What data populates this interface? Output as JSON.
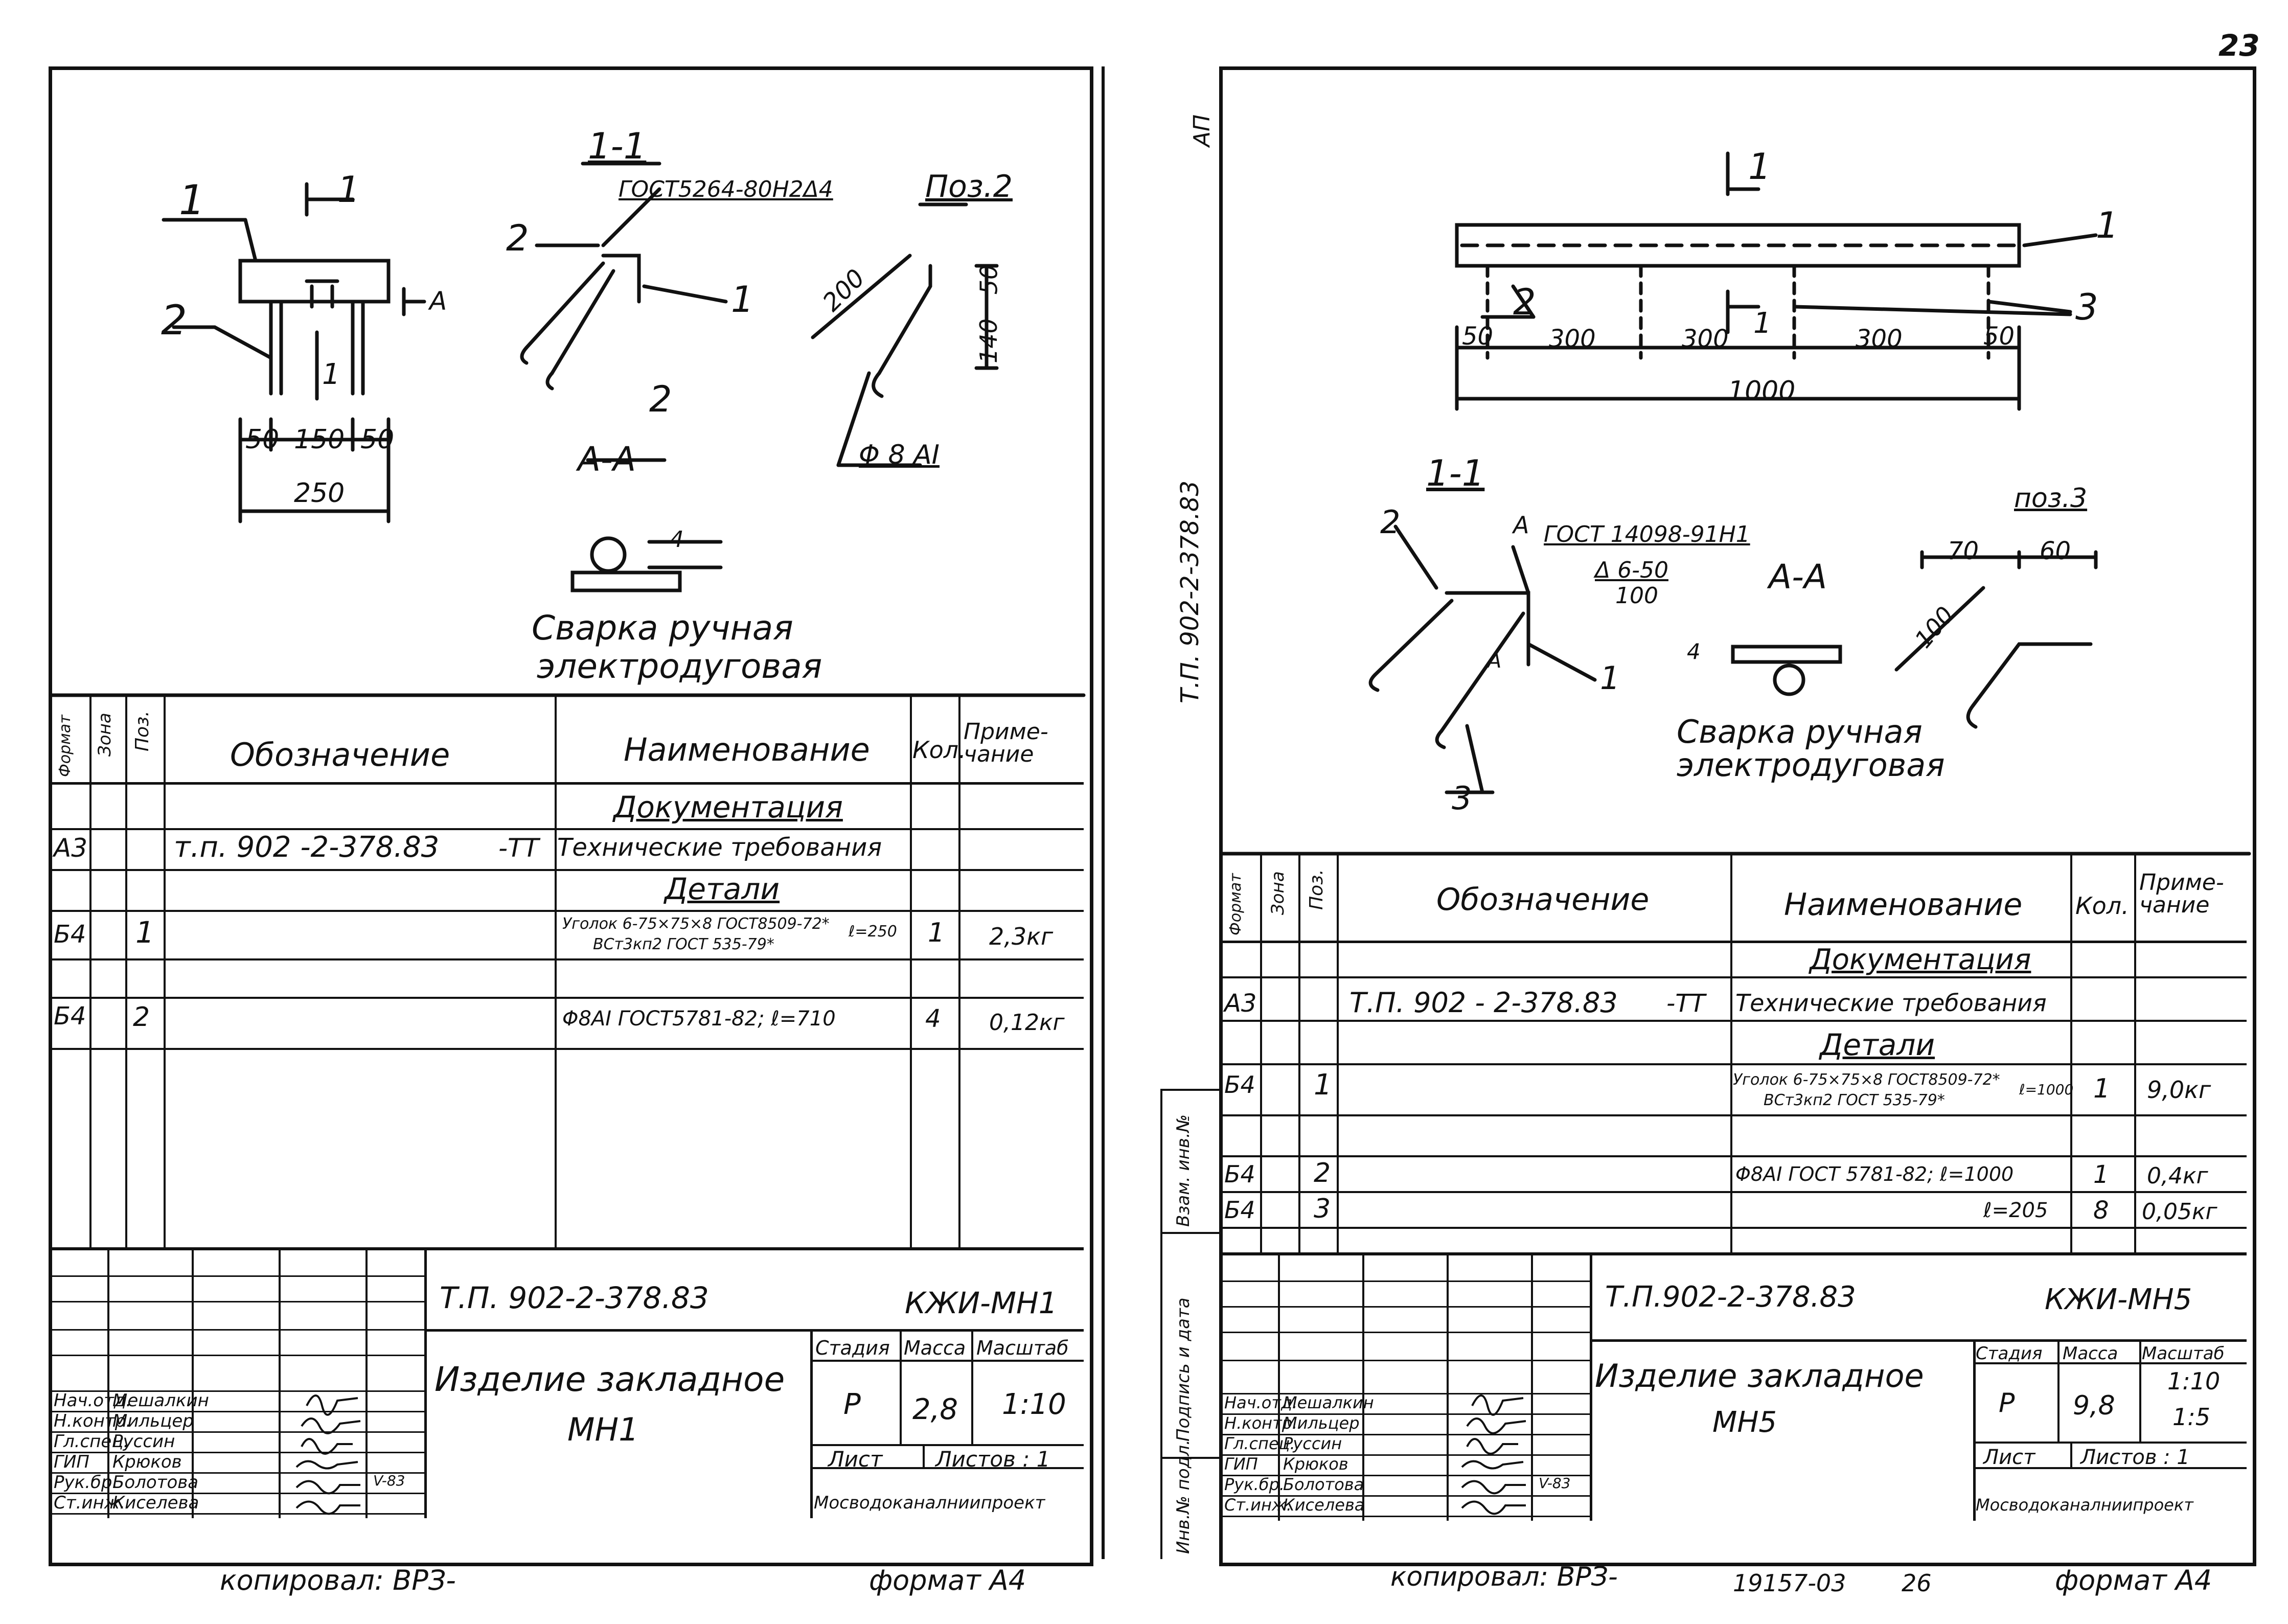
{
  "page_number": "23",
  "left_sheet": {
    "drawing": {
      "marks": [
        "1",
        "2"
      ],
      "cut_mark": "1",
      "cut_mark_a": "А",
      "dim_50a": "50",
      "dim_150": "150",
      "dim_50b": "50",
      "dim_250": "250",
      "section_title": "1-1",
      "gost_weld": "ГОСТ5264-80Н2Δ4",
      "sec_mark_1": "1",
      "sec_mark_2a": "2",
      "sec_mark_2b": "2",
      "aa_title": "А-А",
      "weld_size": "4",
      "weld_caption_1": "Сварка ручная",
      "weld_caption_2": "электродуговая",
      "pos_title": "Поз.2",
      "pos_dim_200": "200",
      "pos_dim_50": "50",
      "pos_dim_140": "140",
      "pos_diam": "Φ 8 AI"
    },
    "spec_header": {
      "format": "Формат",
      "zone": "Зона",
      "pos": "Поз.",
      "designation": "Обозначение",
      "name": "Наименование",
      "qty": "Кол.",
      "note": "Приме-чание"
    },
    "spec_rows": {
      "doc_section": "Документация",
      "doc_format": "А3",
      "doc_designation": "т.п. 902 -2-378.83",
      "doc_suffix": "-ТТ",
      "doc_name": "Технические требования",
      "det_section": "Детали",
      "r1_format": "Б4",
      "r1_pos": "1",
      "r1_name_a": "Уголок 6-75×75×8 ГОСТ8509-72*",
      "r1_name_b": "ВСт3кп2 ГОСТ 535-79*",
      "r1_len": "ℓ=250",
      "r1_qty": "1",
      "r1_note": "2,3кг",
      "r2_format": "Б4",
      "r2_pos": "2",
      "r2_name": "Φ8AI ГОСТ5781-82; ℓ=710",
      "r2_qty": "4",
      "r2_note": "0,12кг"
    },
    "title_block": {
      "code": "Т.П. 902-2-378.83",
      "mark": "КЖИ-МН1",
      "title_1": "Изделие закладное",
      "title_2": "МН1",
      "stage_label": "Стадия",
      "mass_label": "Масса",
      "scale_label": "Масштаб",
      "stage": "Р",
      "mass": "2,8",
      "scale": "1:10",
      "sheet_label": "Лист",
      "sheets_label": "Листов : 1",
      "org": "Мосводоканалниипроект",
      "roles": [
        "Нач.отд.",
        "Н.контр.",
        "Гл.спец.",
        "ГИП",
        "Рук.бр.",
        "Ст.инж."
      ],
      "names": [
        "Мешалкин",
        "Мильцер",
        "Руссин",
        "Крюков",
        "Болотова",
        "Киселева"
      ],
      "date": "V-83"
    },
    "footer_copied": "копировал: ВРЗ-",
    "footer_format": "формат А4"
  },
  "right_sheet": {
    "corner_mark": "АП",
    "vertical_code": "Т.П. 902-2-378.83",
    "drawing": {
      "cut_mark": "1",
      "cut_mark_b": "1",
      "mark_1": "1",
      "mark_2": "2",
      "mark_3": "3",
      "dim_50a": "50",
      "dim_300a": "300",
      "dim_300b": "300",
      "dim_300c": "300",
      "dim_50b": "50",
      "dim_1000": "1000",
      "section_title": "1-1",
      "sec_mark_2": "2",
      "sec_mark_1": "1",
      "sec_mark_3": "3",
      "sec_mark_a": "А",
      "sec_mark_a2": "А",
      "gost_weld": "ГОСТ 14098-91Н1",
      "weld_spec_top": "Δ 6-50",
      "weld_spec_bottom": "100",
      "aa_title": "А-А",
      "weld_size": "4",
      "weld_caption_1": "Сварка ручная",
      "weld_caption_2": "электродуговая",
      "pos_title": "поз.3",
      "pos_dim_70": "70",
      "pos_dim_60": "60",
      "pos_dim_100": "100"
    },
    "side_labels": [
      "Инв.№ подл.",
      "Подпись и дата",
      "Взам. инв.№"
    ],
    "spec_header": {
      "format": "Формат",
      "zone": "Зона",
      "pos": "Поз.",
      "designation": "Обозначение",
      "name": "Наименование",
      "qty": "Кол.",
      "note": "Приме-чание"
    },
    "spec_rows": {
      "doc_section": "Документация",
      "doc_format": "А3",
      "doc_designation": "Т.П. 902 - 2-378.83",
      "doc_suffix": "-ТТ",
      "doc_name": "Технические требования",
      "det_section": "Детали",
      "r1_format": "Б4",
      "r1_pos": "1",
      "r1_name_a": "Уголок 6-75×75×8 ГОСТ8509-72*",
      "r1_name_b": "ВСт3кп2 ГОСТ 535-79*",
      "r1_len": "ℓ=1000",
      "r1_qty": "1",
      "r1_note": "9,0кг",
      "r2_format": "Б4",
      "r2_pos": "2",
      "r2_name": "Φ8AI ГОСТ 5781-82; ℓ=1000",
      "r2_qty": "1",
      "r2_note": "0,4кг",
      "r3_format": "Б4",
      "r3_pos": "3",
      "r3_name": "ℓ=205",
      "r3_qty": "8",
      "r3_note": "0,05кг"
    },
    "title_block": {
      "code": "Т.П.902-2-378.83",
      "mark": "КЖИ-МН5",
      "title_1": "Изделие закладное",
      "title_2": "МН5",
      "stage_label": "Стадия",
      "mass_label": "Масса",
      "scale_label": "Масштаб",
      "stage": "Р",
      "mass": "9,8",
      "scale_1": "1:10",
      "scale_2": "1:5",
      "sheet_label": "Лист",
      "sheets_label": "Листов : 1",
      "org": "Мосводоканалниипроект",
      "roles": [
        "Нач.отд.",
        "Н.контр.",
        "Гл.спец.",
        "ГИП",
        "Рук.бр.",
        "Ст.инж."
      ],
      "names": [
        "Мешалкин",
        "Мильцер",
        "Руссин",
        "Крюков",
        "Болотова",
        "Киселева"
      ],
      "date": "V-83"
    },
    "footer_copied": "копировал: ВРЗ-",
    "footer_num": "19157-03",
    "footer_page": "26",
    "footer_format": "формат А4"
  },
  "colors": {
    "ink": "#111111",
    "paper": "#ffffff"
  }
}
